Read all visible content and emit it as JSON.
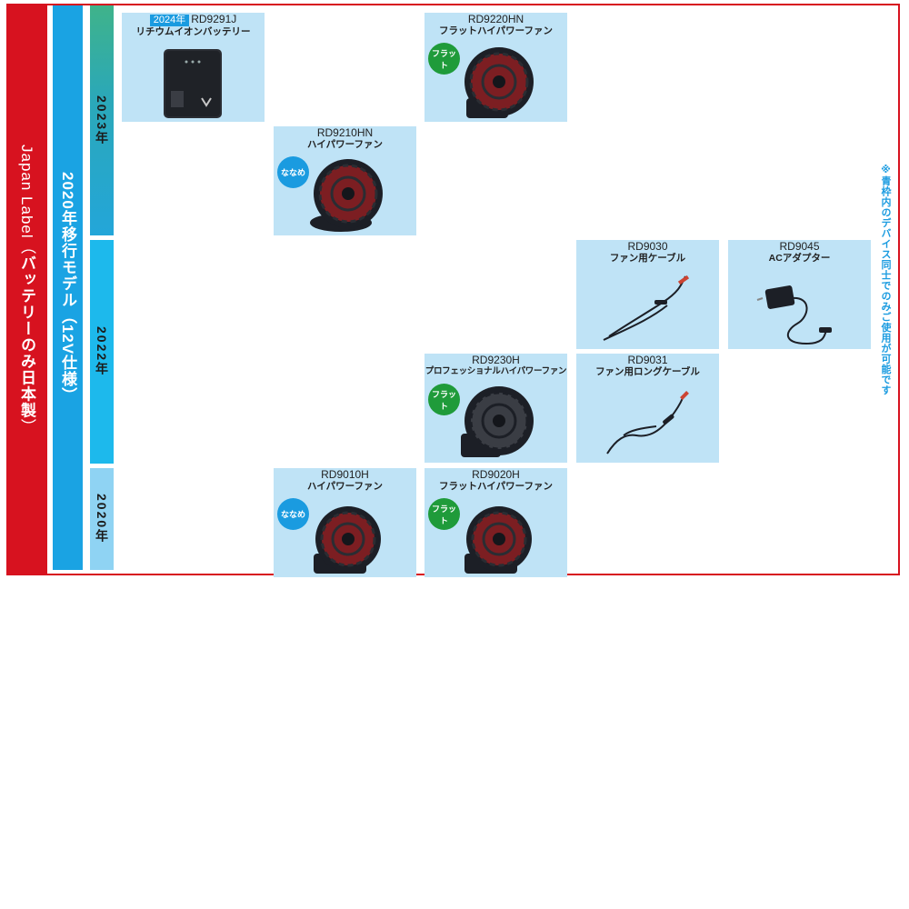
{
  "sidebar": {
    "label_prefix": "Japan Label（",
    "label_bold": "バッテリーのみ日本製",
    "label_suffix": "）",
    "model": "2020年移行モデル（12V仕様）"
  },
  "years": {
    "y2023": "2023年",
    "y2022": "2022年",
    "y2020": "2020年"
  },
  "note": "※青枠内のデバイス同士でのみご使用が可能です",
  "products": {
    "rd9291j": {
      "tag": "2024年",
      "code": "RD9291J",
      "name": "リチウムイオンバッテリー"
    },
    "rd9220hn": {
      "code": "RD9220HN",
      "name": "フラットハイパワーファン",
      "badge": "フラット"
    },
    "rd9210hn": {
      "code": "RD9210HN",
      "name": "ハイパワーファン",
      "badge": "ななめ"
    },
    "rd9030": {
      "code": "RD9030",
      "name": "ファン用ケーブル"
    },
    "rd9045": {
      "code": "RD9045",
      "name": "ACアダプター"
    },
    "rd9230h": {
      "code": "RD9230H",
      "name": "プロフェッショナルハイパワーファン",
      "badge": "フラット"
    },
    "rd9031": {
      "code": "RD9031",
      "name": "ファン用ロングケーブル"
    },
    "rd9010h": {
      "code": "RD9010H",
      "name": "ハイパワーファン",
      "badge": "ななめ"
    },
    "rd9020h": {
      "code": "RD9020H",
      "name": "フラットハイパワーファン",
      "badge": "フラット"
    }
  },
  "colors": {
    "brand_red": "#d7121f",
    "brand_blue": "#1aa3e3",
    "card_bg": "#bfe3f6",
    "badge_green": "#1f9b3a",
    "badge_blue": "#1a9be0"
  }
}
